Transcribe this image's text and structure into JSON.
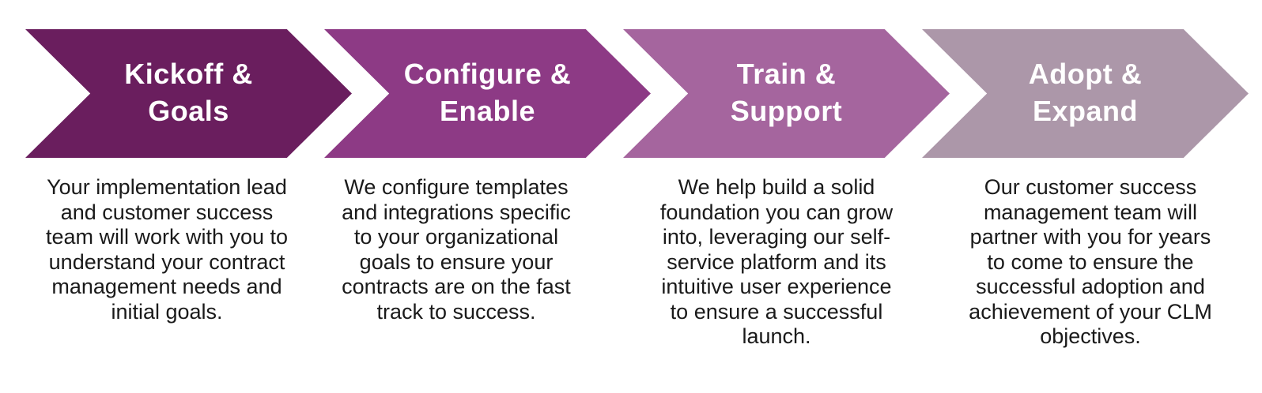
{
  "figure": {
    "kind": "process-flow",
    "background_color": "#FFFFFF",
    "heading_text_color": "#FFFFFF",
    "body_text_color": "#1A1A1A"
  },
  "steps": [
    {
      "title_line1": "Kickoff &",
      "title_line2": "Goals",
      "color": "#6A1E5E",
      "description": "Your implementation lead and customer success team will work with you to understand your contract management needs and initial goals."
    },
    {
      "title_line1": "Configure &",
      "title_line2": "Enable",
      "color": "#8D3A85",
      "description": "We configure templates and integrations specific to your organizational goals to ensure your contracts are on the fast track to success."
    },
    {
      "title_line1": "Train &",
      "title_line2": "Support",
      "color": "#A5659E",
      "description": "We help build a solid foundation you can grow into, leveraging our self-service platform and its intuitive user experience to ensure a successful launch."
    },
    {
      "title_line1": "Adopt &",
      "title_line2": "Expand",
      "color": "#AC97A9",
      "description": "Our customer success management team will partner with you for years to come to ensure the successful adoption and achievement of your CLM objectives."
    }
  ]
}
